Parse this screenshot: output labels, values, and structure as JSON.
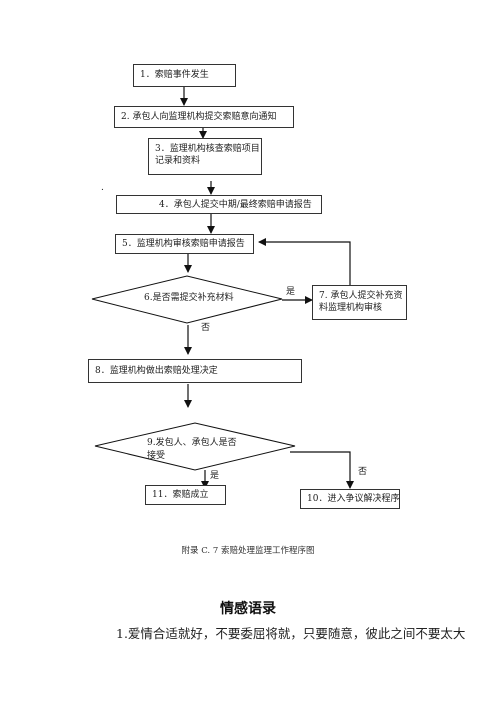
{
  "flowchart": {
    "steps": [
      {
        "id": 1,
        "text": "1．索赔事件发生"
      },
      {
        "id": 2,
        "text": "2. 承包人向监理机构提交索赔意向通知"
      },
      {
        "id": 3,
        "line1": "3．监理机构核查索赔项目",
        "line2": "记录和资料"
      },
      {
        "id": 4,
        "text": "4．承包人提交中期/最终索赔申请报告"
      },
      {
        "id": 5,
        "text": "5．监理机构审核索赔申请报告"
      },
      {
        "id": 6,
        "text": "6.是否需提交补充材料"
      },
      {
        "id": 7,
        "line1": "7. 承包人提交补充资",
        "line2": "料监理机构审核"
      },
      {
        "id": 8,
        "text": "8．监理机构做出索赔处理决定"
      },
      {
        "id": 9,
        "line1": "9.发包人、承包人是否",
        "line2": "接受"
      },
      {
        "id": 11,
        "text": "11．索赔成立"
      },
      {
        "id": 10,
        "text": "10．进入争议解决程序"
      }
    ],
    "labels": {
      "yes": "是",
      "no": "否"
    },
    "stray_mark": "."
  },
  "caption": "附录 C. 7    索赔处理监理工作程序图",
  "section": {
    "heading": "情感语录",
    "first_line": "1.爱情合适就好，不要委屈将就，只要随意，彼此之间不要太大"
  }
}
